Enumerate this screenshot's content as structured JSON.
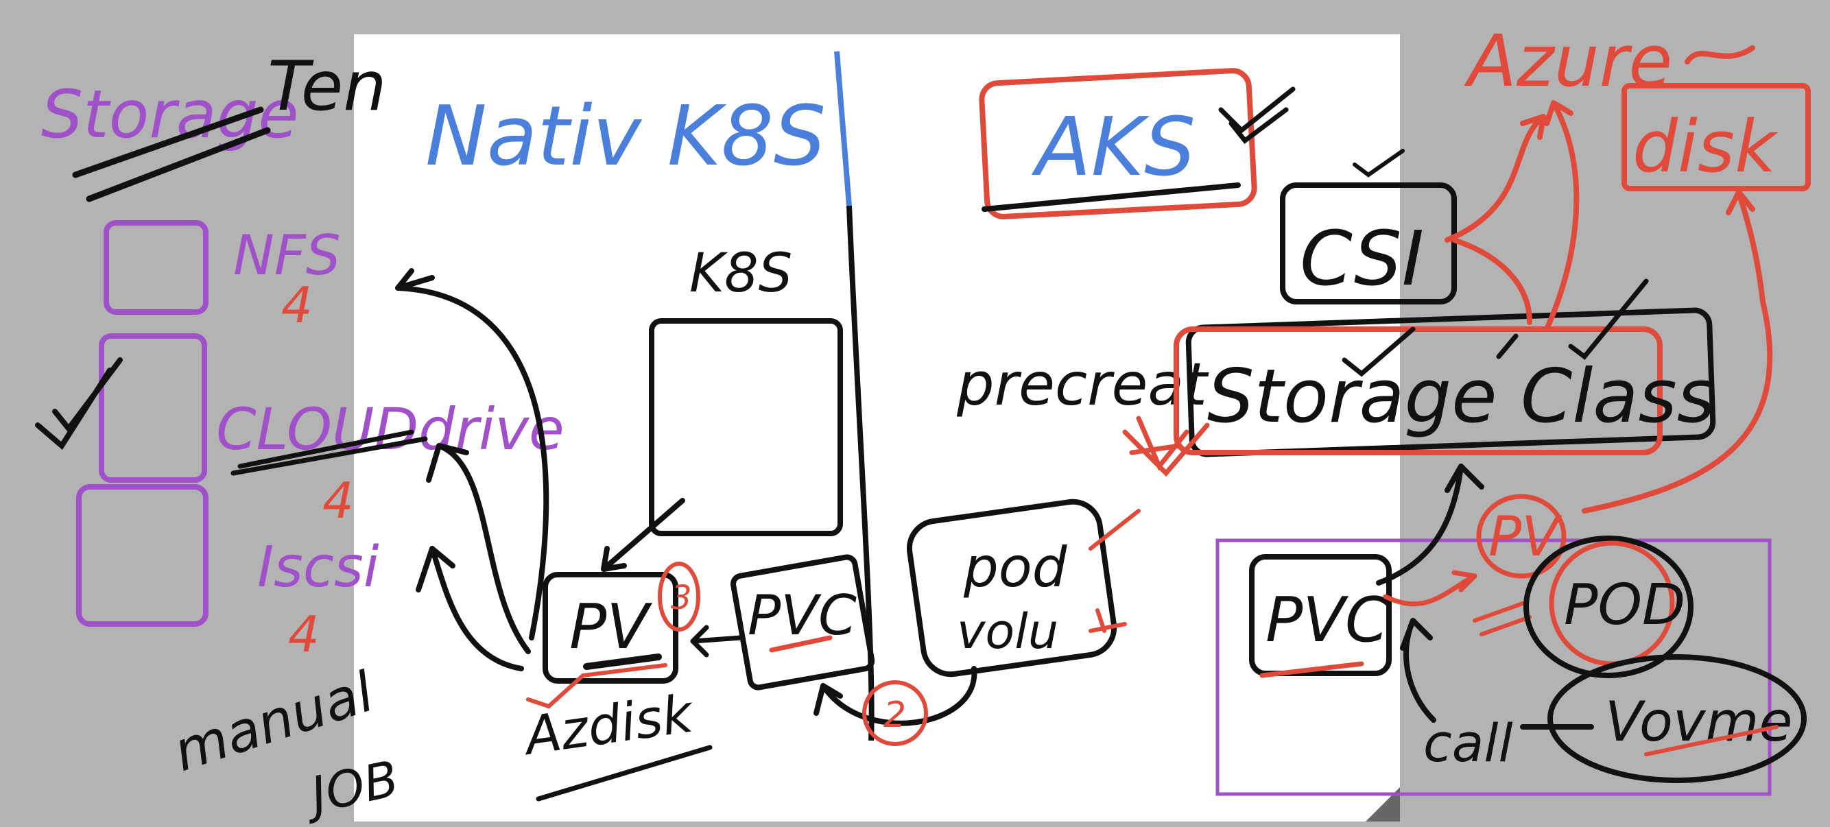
{
  "colors": {
    "background": "#b3b3b3",
    "page": "#ffffff",
    "ink_black": "#111111",
    "ink_blue": "#4a7fdc",
    "ink_red": "#e04a3a",
    "ink_purple": "#a050c8"
  },
  "sidebar": {
    "title": "Storage",
    "title_suffix": "Ten",
    "options": [
      {
        "label": "NFS",
        "count": "4",
        "checked": false
      },
      {
        "label": "CLOUDdrive",
        "count": "4",
        "checked": true
      },
      {
        "label": "Iscsi",
        "count": "4",
        "checked": false
      }
    ],
    "footer": [
      "manual",
      "JOB"
    ]
  },
  "left_panel": {
    "title": "Nativ K8S",
    "k8s_label": "K8S",
    "pv_label": "PV",
    "pvc_label": "PVC",
    "azdisk_label": "Azdisk",
    "pod_label": "pod",
    "volume_label": "volu",
    "step_1": "3",
    "step_2": "2"
  },
  "right_panel": {
    "title": "AKS",
    "csi_label": "CSI",
    "precreated_label": "precreat",
    "storage_class_label": "Storage Class",
    "pvc_label": "PVC",
    "pv_label": "PV",
    "pod_label": "POD",
    "volume_label": "Vovme",
    "call_label": "call"
  },
  "azure": {
    "title": "Azure",
    "disk_label": "disk"
  }
}
